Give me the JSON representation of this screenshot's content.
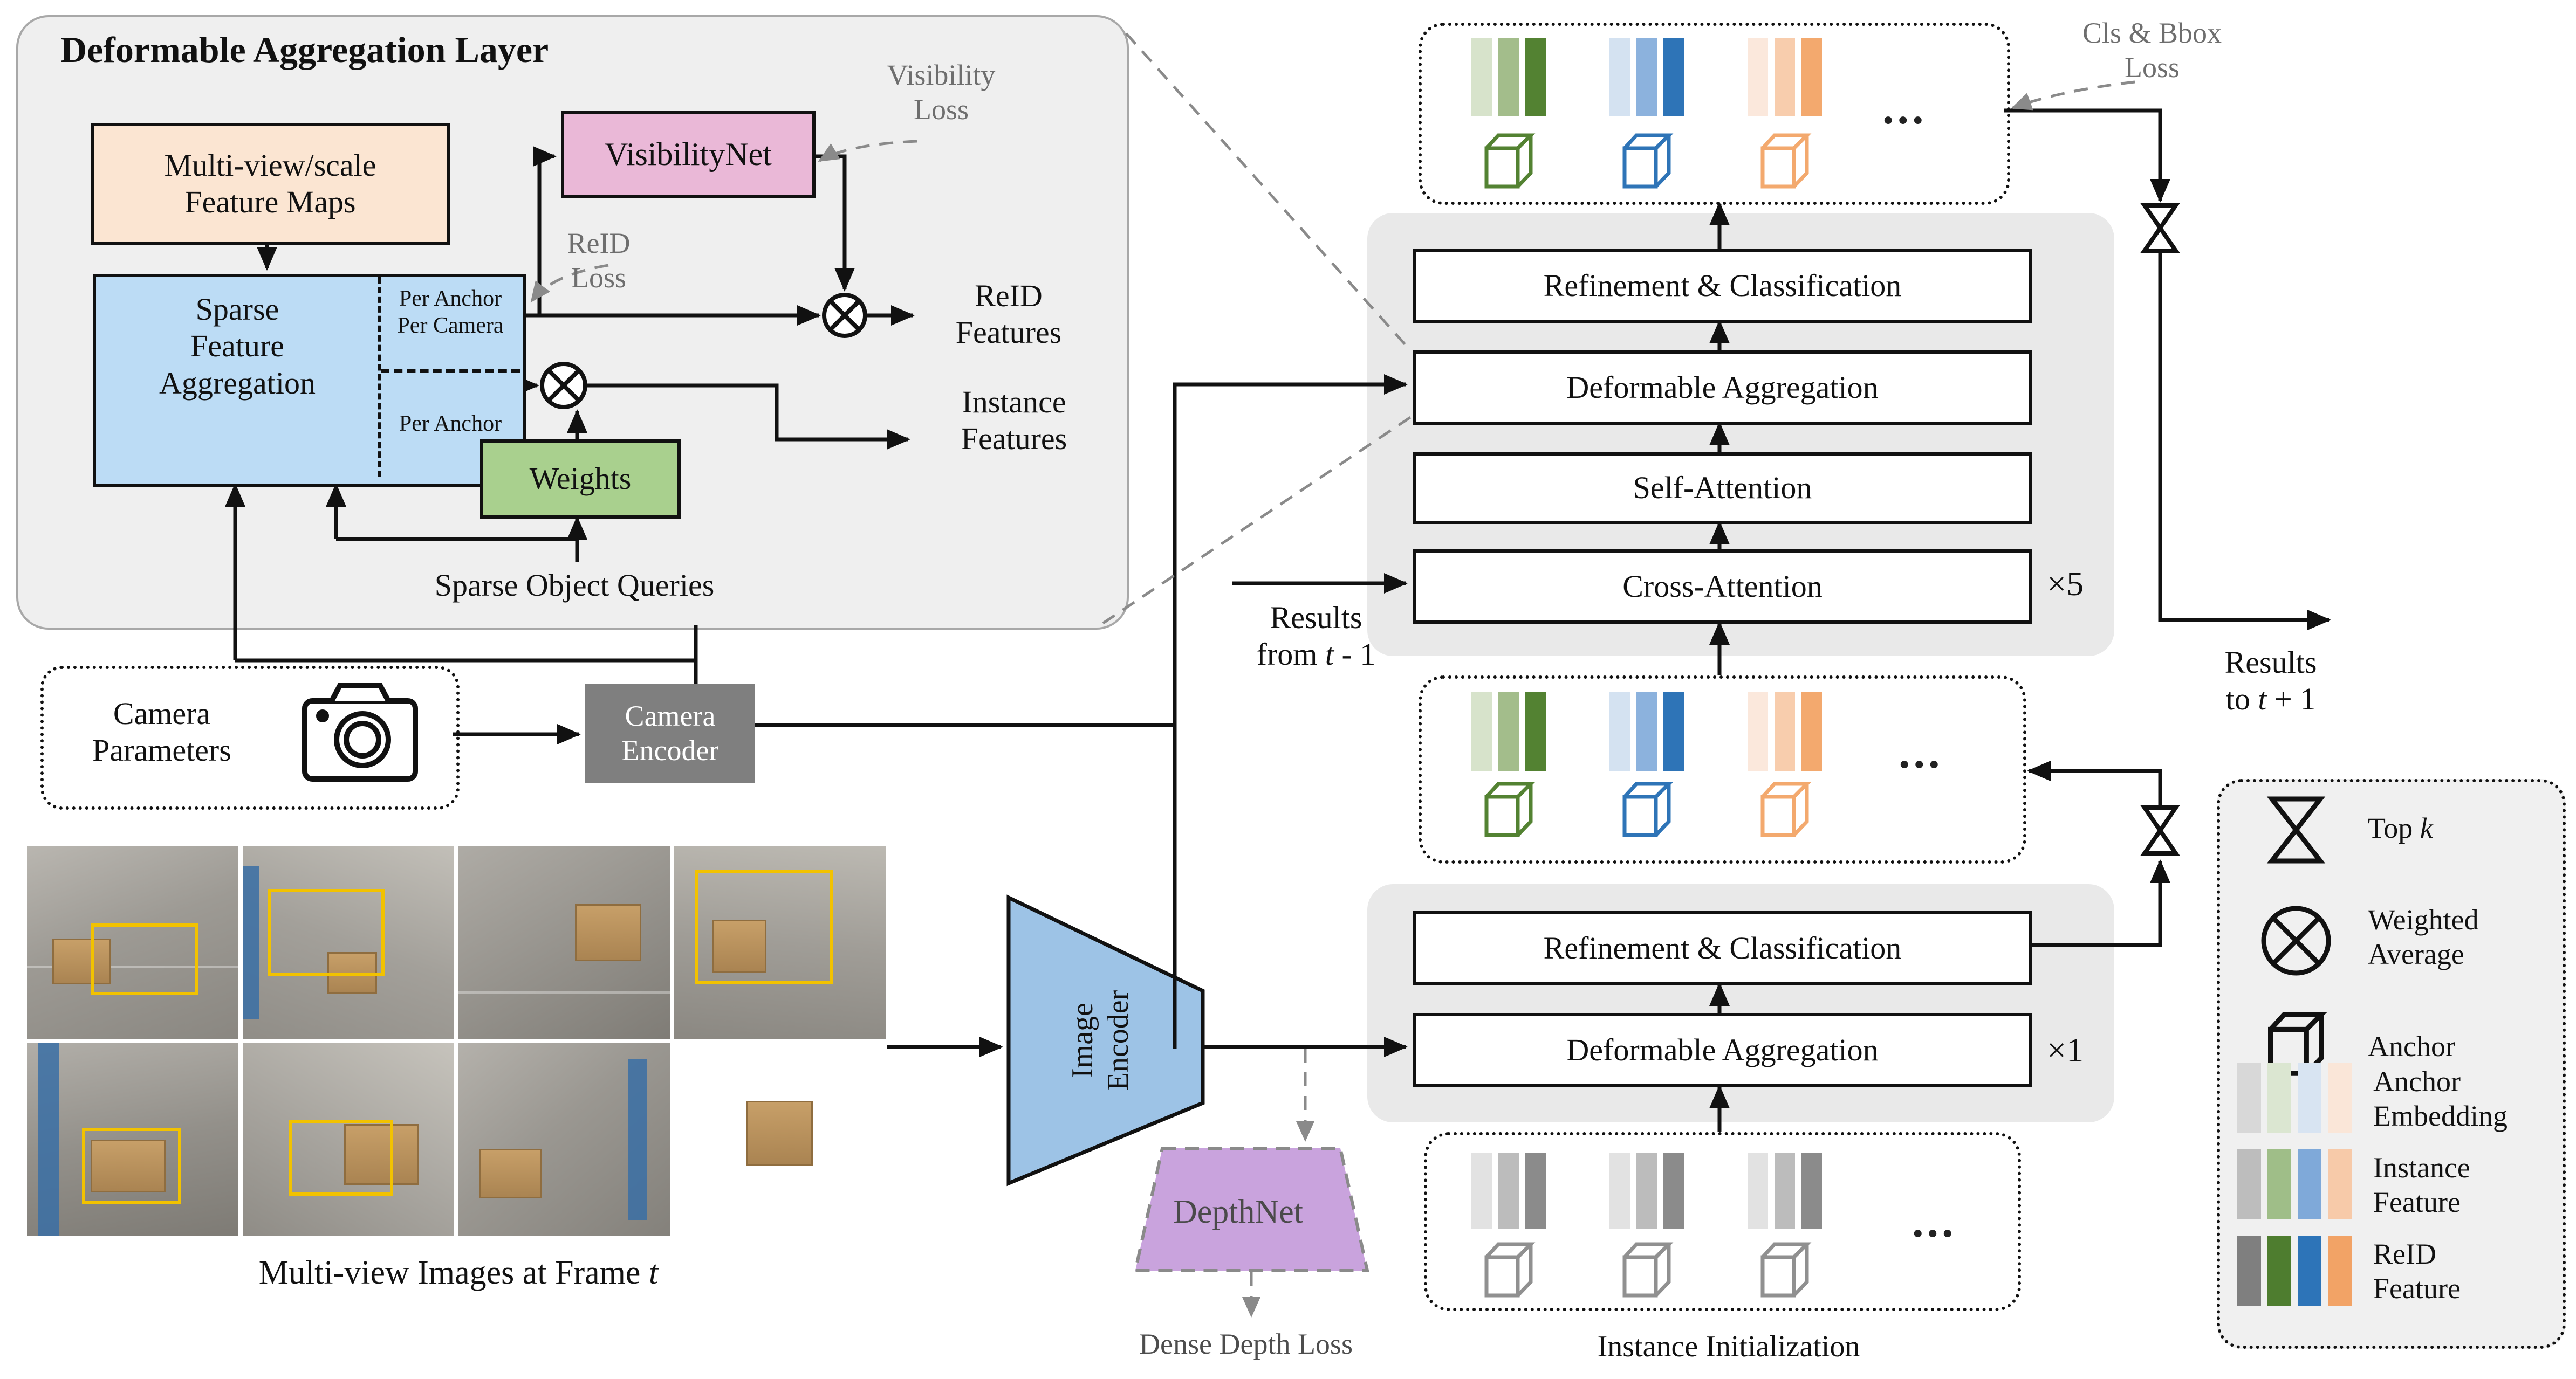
{
  "panel": {
    "title": "Deformable Aggregation Layer",
    "feature_maps": "Multi-view/scale\nFeature Maps",
    "visibility_net": "VisibilityNet",
    "sparse_feature_aggregation": "Sparse\nFeature\nAggregation",
    "per_anchor_per_camera": "Per Anchor\nPer Camera",
    "per_anchor": "Per Anchor",
    "weights": "Weights",
    "sparse_object_queries": "Sparse Object Queries",
    "reid_features": "ReID\nFeatures",
    "instance_features": "Instance\nFeatures"
  },
  "losses": {
    "visibility": "Visibility\nLoss",
    "reid": "ReID\nLoss",
    "cls_bbox": "Cls & Bbox\nLoss",
    "dense_depth": "Dense Depth Loss"
  },
  "camera": {
    "parameters": "Camera\nParameters",
    "encoder": "Camera\nEncoder"
  },
  "encoders": {
    "image": "Image\nEncoder",
    "depth": "DepthNet"
  },
  "caption": {
    "prefix": "Multi-view Images at Frame ",
    "t": "t"
  },
  "decoder": {
    "rows": [
      "Refinement & Classification",
      "Deformable Aggregation",
      "Self-Attention",
      "Cross-Attention"
    ],
    "multiplier": "×5"
  },
  "init_block": {
    "rows": [
      "Refinement & Classification",
      "Deformable Aggregation"
    ],
    "multiplier": "×1",
    "label": "Instance Initialization"
  },
  "results_from": {
    "line1": "Results",
    "pre": "from ",
    "t": "t",
    "post": " - 1"
  },
  "results_to": {
    "line1": "Results",
    "pre": "to ",
    "t": "t",
    "post": " + 1"
  },
  "ellipsis": "...",
  "legend": {
    "top_k_pre": "Top ",
    "top_k_var": "k",
    "weighted_average": "Weighted\nAverage",
    "anchor": "Anchor",
    "anchor_embedding": "Anchor\nEmbedding",
    "instance_feature": "Instance\nFeature",
    "reid_feature": "ReID\nFeature"
  },
  "colors": {
    "anchor_embedding_swatches": [
      "#d8d8d8",
      "#dbe6d1",
      "#d8e4f2",
      "#fae6d8"
    ],
    "instance_feature_swatches": [
      "#bdbdbd",
      "#9fbe88",
      "#7fa9d9",
      "#f7caa9"
    ],
    "reid_feature_swatches": [
      "#7f7f7f",
      "#4e7d2f",
      "#2d74b8",
      "#f2a366"
    ],
    "green_bars": [
      "#d7e3cb",
      "#a3bd8b",
      "#538232"
    ],
    "blue_bars": [
      "#d4e2f1",
      "#8cb2dd",
      "#2e74b7"
    ],
    "orange_bars": [
      "#fbe8dc",
      "#f8cdad",
      "#f3a96e"
    ],
    "gray_bars": [
      "#e2e2e2",
      "#bcbcbc",
      "#8b8b8b"
    ],
    "feature_maps_fill": "#fbe5d2",
    "sfa_fill": "#bcdcf5",
    "visibilitynet_fill": "#eab8d7",
    "weights_fill": "#a9d08e",
    "camera_encoder_fill": "#7f7f7f",
    "image_encoder_fill": "#9dc3e6",
    "depthnet_fill": "#c9a3dd"
  },
  "icons": {
    "camera": "camera-icon",
    "top_k": "hourglass-icon",
    "weighted_average": "circled-x-icon",
    "anchor": "cube-icon"
  }
}
